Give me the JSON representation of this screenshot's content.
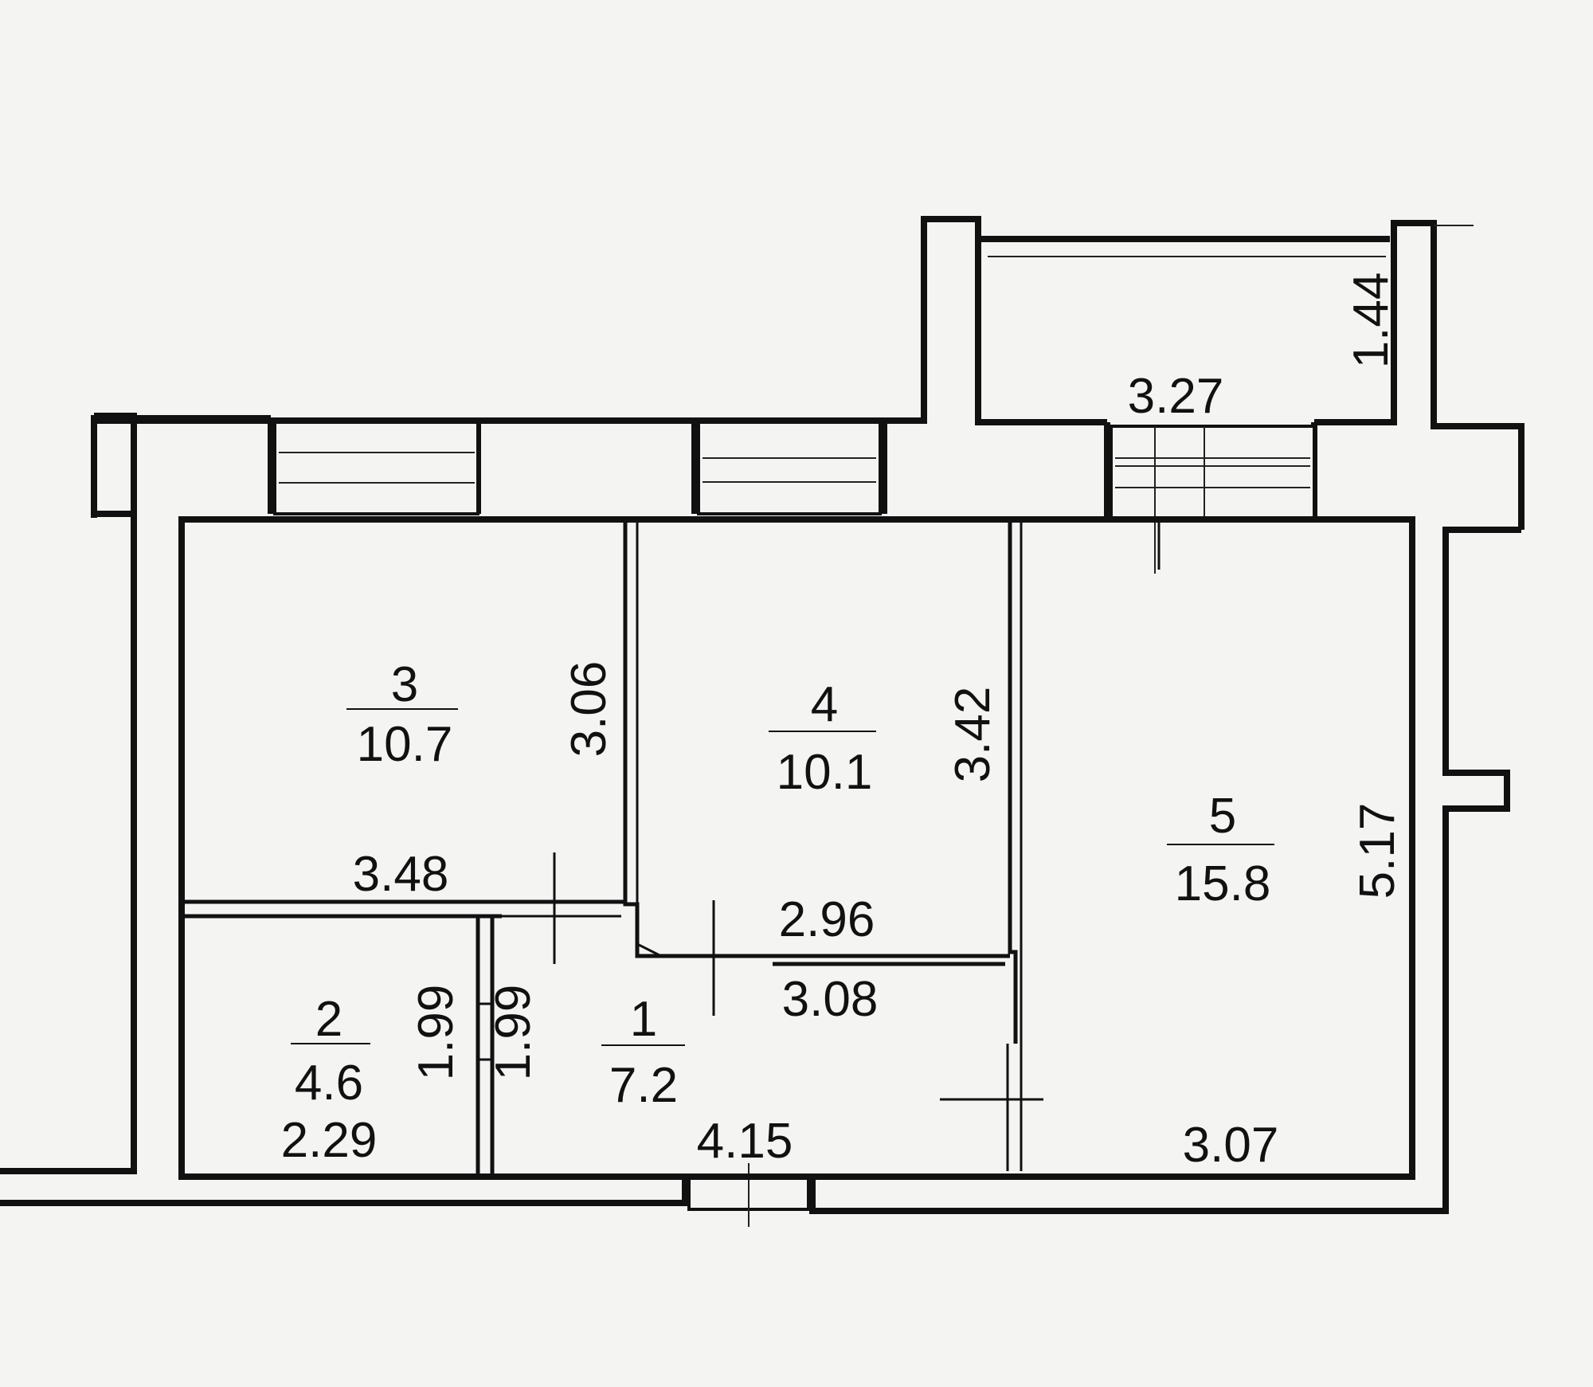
{
  "rooms": [
    {
      "number": "1",
      "area": "7.2"
    },
    {
      "number": "2",
      "area": "4.6"
    },
    {
      "number": "3",
      "area": "10.7"
    },
    {
      "number": "4",
      "area": "10.1"
    },
    {
      "number": "5",
      "area": "15.8"
    }
  ],
  "dimensions": {
    "balcony_width": "3.27",
    "balcony_depth": "1.44",
    "room3_height": "3.06",
    "room3_width": "3.48",
    "room4_height": "3.42",
    "room4_width_top": "2.96",
    "room4_width_bottom": "3.08",
    "room5_height": "5.17",
    "room5_width": "3.07",
    "room2_width": "2.29",
    "room2_height": "1.99",
    "passage_height": "1.99",
    "hall_width": "4.15"
  }
}
